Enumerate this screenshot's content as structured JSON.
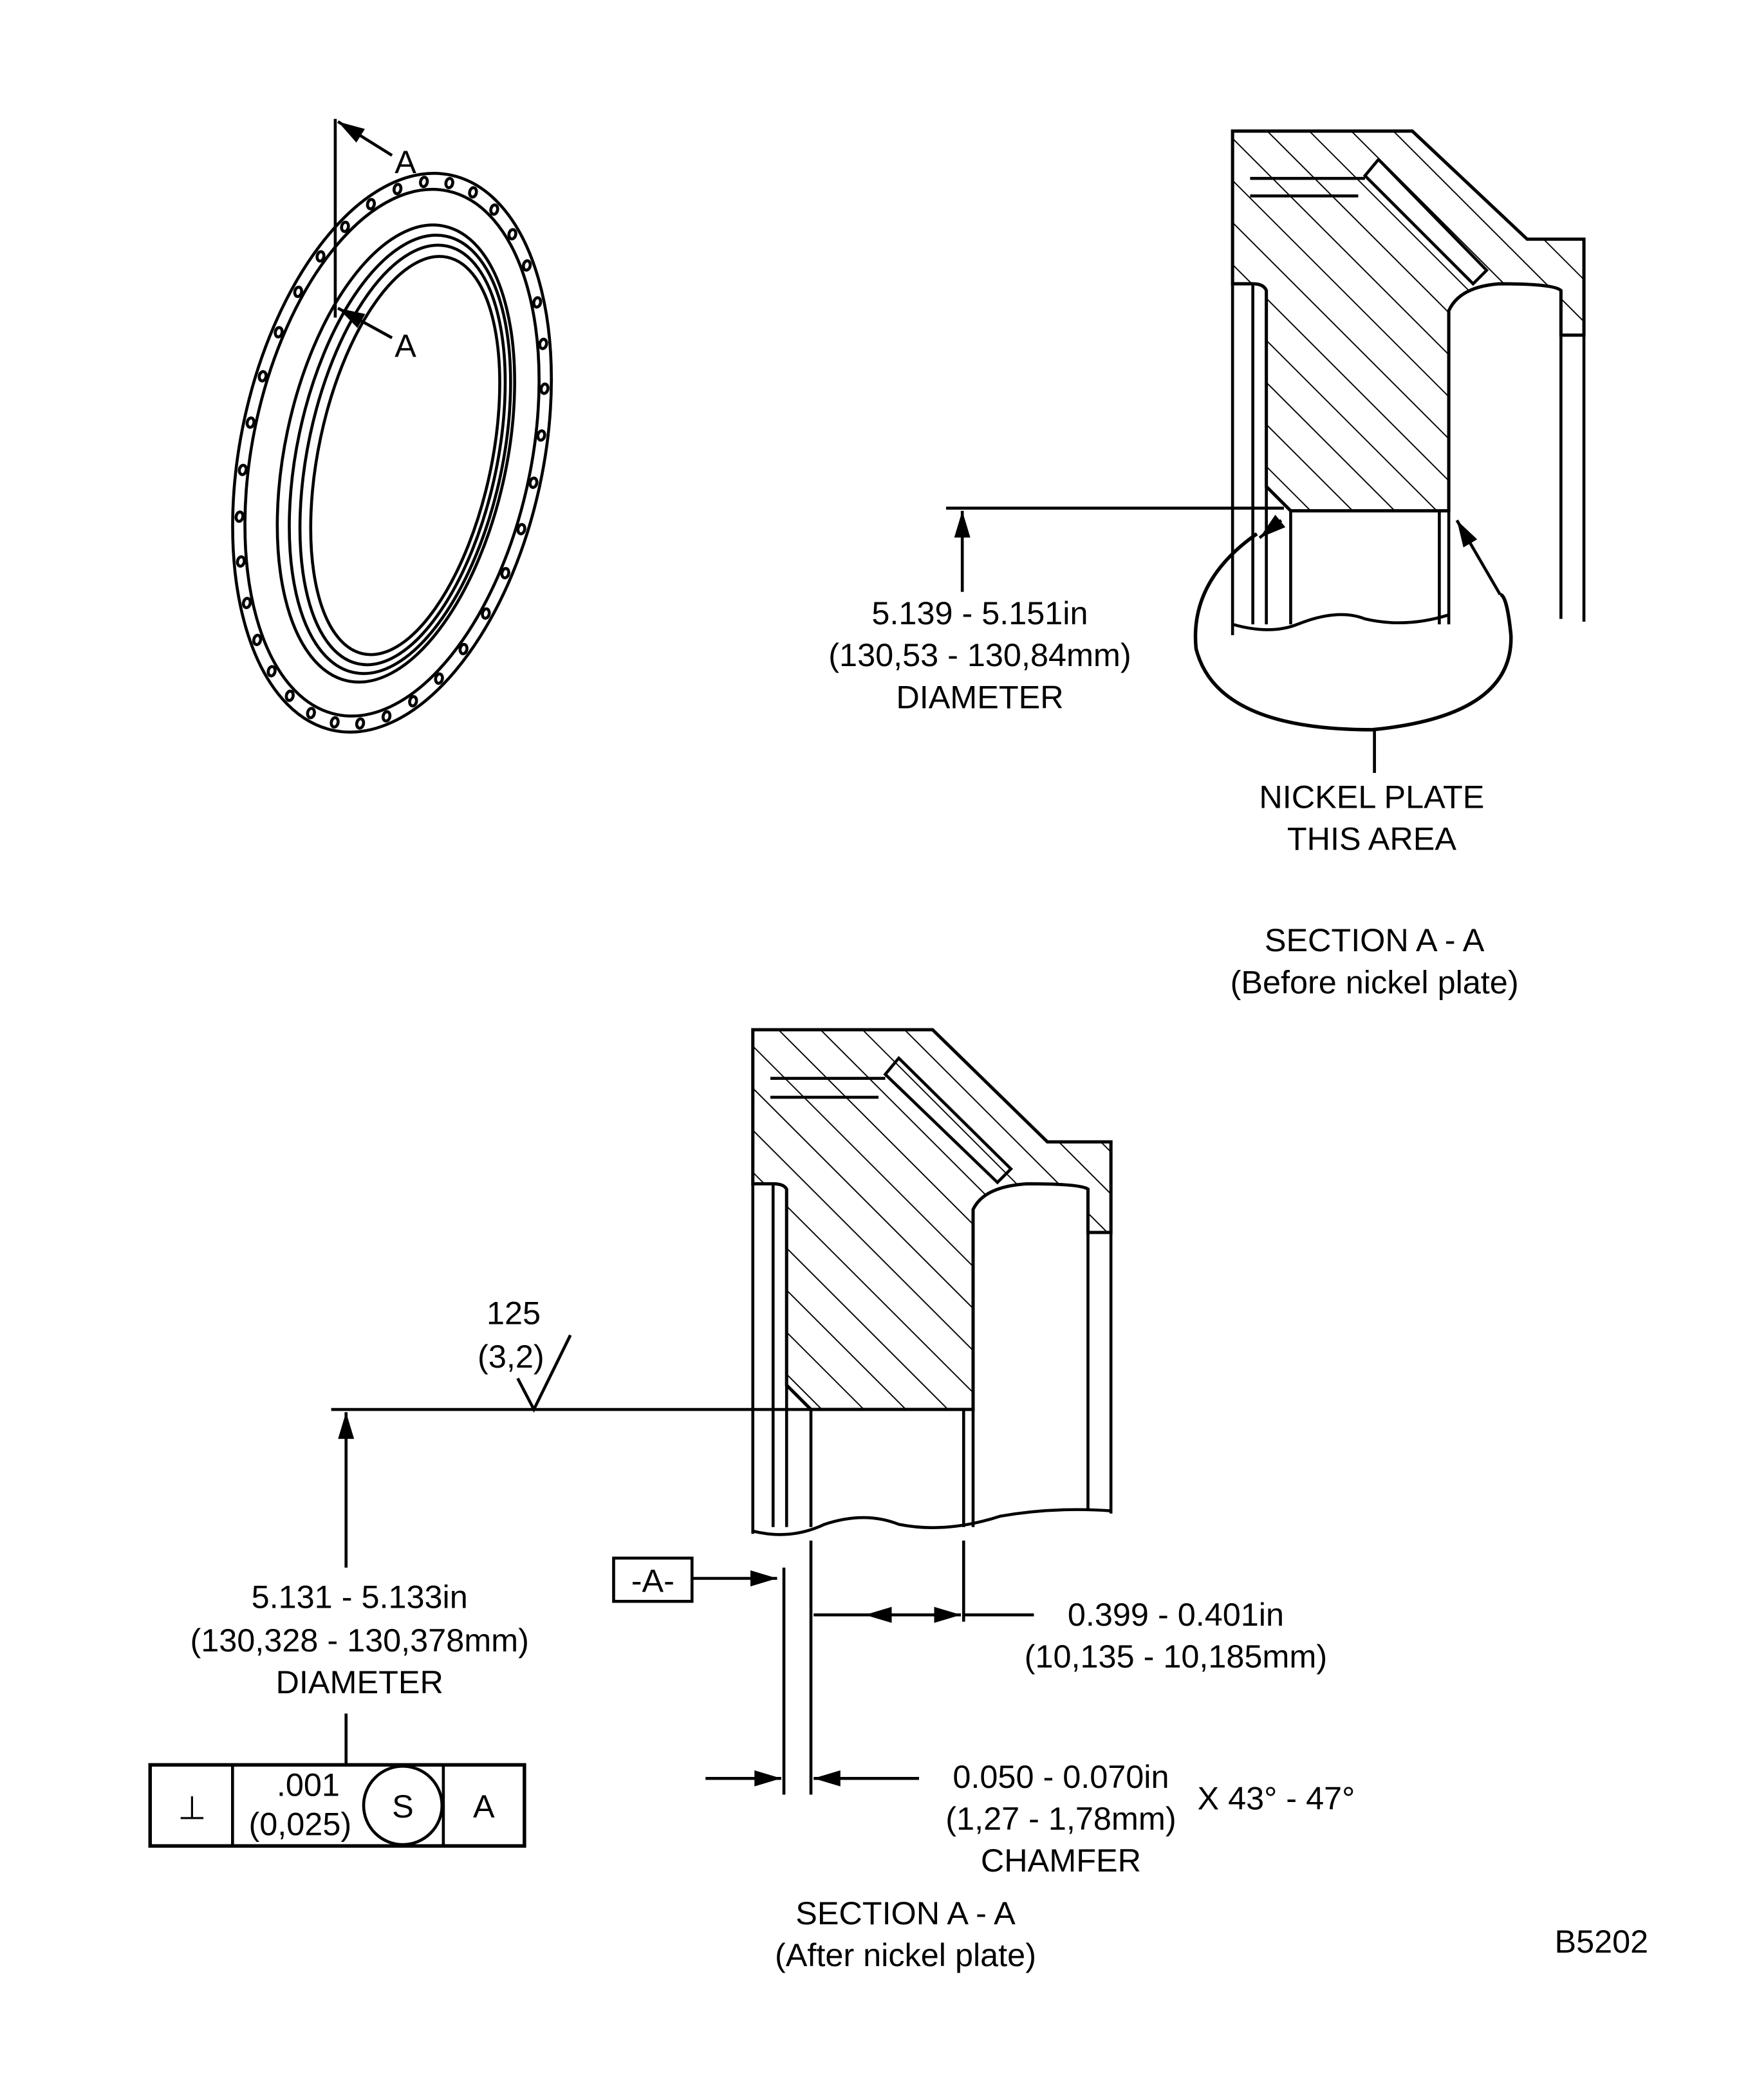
{
  "isometric_view": {
    "section_marker_upper": "A",
    "section_marker_lower": "A"
  },
  "section_before": {
    "diameter_in": "5.139 - 5.151in",
    "diameter_mm": "(130,53 - 130,84mm)",
    "diameter_label": "DIAMETER",
    "note_line1": "NICKEL PLATE",
    "note_line2": "THIS AREA",
    "title": "SECTION A - A",
    "subtitle": "(Before nickel plate)"
  },
  "section_after": {
    "finish_value": "125",
    "finish_metric": "(3,2)",
    "datum_label": "-A-",
    "diameter_in": "5.131 - 5.133in",
    "diameter_mm": "(130,328 - 130,378mm)",
    "diameter_label": "DIAMETER",
    "width_in": "0.399 - 0.401in",
    "width_mm": "(10,135 - 10,185mm)",
    "chamfer_in": "0.050 - 0.070in",
    "chamfer_mm": "(1,27 - 1,78mm)",
    "chamfer_angle": "X  43° -  47°",
    "chamfer_label": "CHAMFER",
    "title": "SECTION A - A",
    "subtitle": "(After nickel plate)",
    "control_frame": {
      "symbol": "⊥",
      "tolerance_in": ".001",
      "tolerance_mm": "(0,025)",
      "modifier": "S",
      "datum": "A"
    }
  },
  "figure_id": "B5202"
}
